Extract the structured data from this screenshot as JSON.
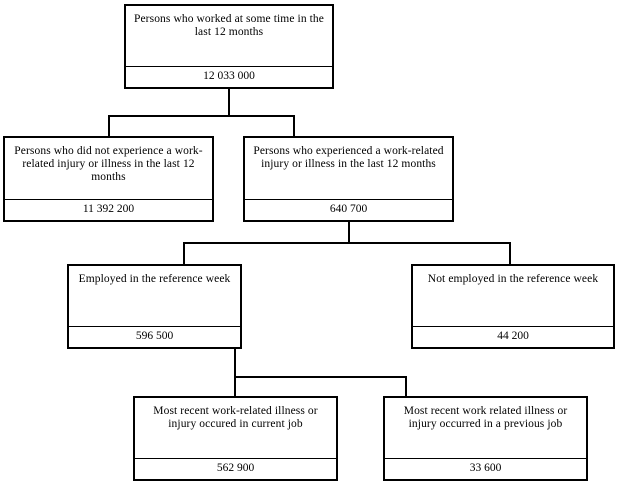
{
  "diagram": {
    "title": "Persons who worked at some time in the last 12 months flow chart",
    "type": "flowchart",
    "line_color": "#000000",
    "background_color": "#ffffff",
    "nodes": [
      {
        "id": "worked-last-12-months",
        "label": "Persons who worked at some time in the last 12 months",
        "value": "12 033 000"
      },
      {
        "id": "no-injury-or-illness",
        "label": "Persons who did not experience a work-related injury or illness in the last 12 months",
        "value": "11 392 200"
      },
      {
        "id": "experienced-injury-or-illness",
        "label": "Persons who experienced a work-related injury or illness in the last 12 months",
        "value": "640 700"
      },
      {
        "id": "employed-reference-week",
        "label": "Employed in the reference week",
        "value": "596 500"
      },
      {
        "id": "not-employed-reference-week",
        "label": "Not employed in the reference week",
        "value": "44 200"
      },
      {
        "id": "illness-current-job",
        "label": "Most recent work-related illness or injury occured in current job",
        "value": "562 900"
      },
      {
        "id": "illness-previous-job",
        "label": "Most recent work related illness or injury occurred in a previous job",
        "value": "33 600"
      }
    ]
  }
}
